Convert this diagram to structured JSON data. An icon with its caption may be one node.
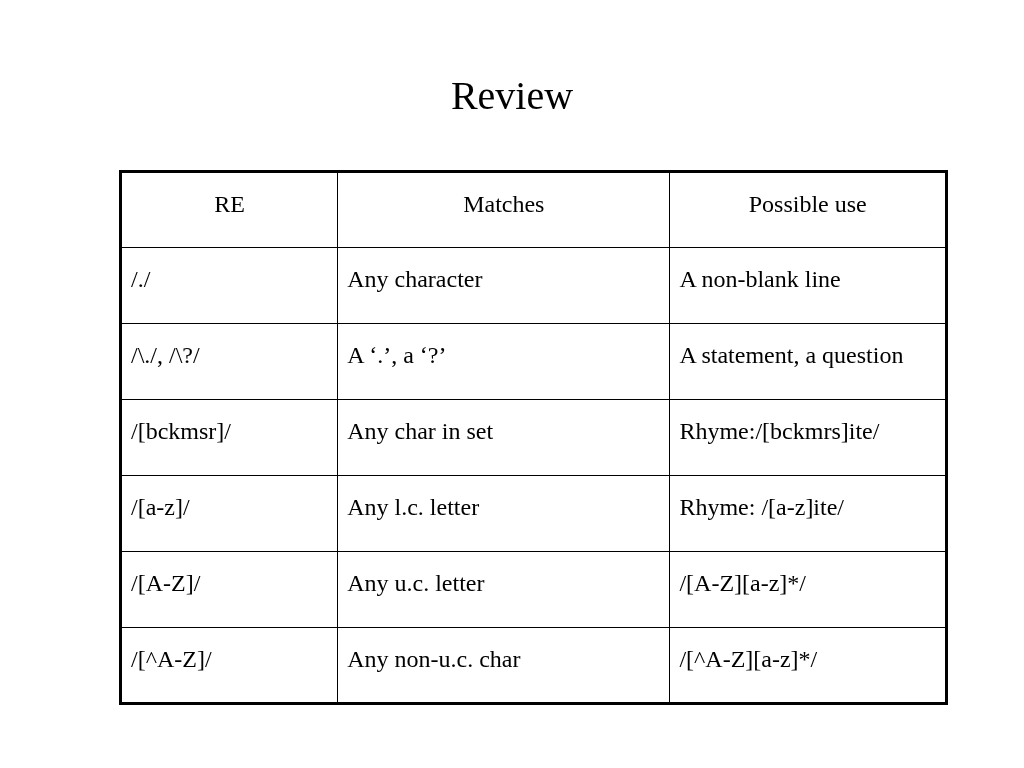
{
  "diagram": {
    "title": "Review",
    "labels": [
      "RE",
      "Matches",
      "Possible use",
      "/./",
      "Any character",
      "A non-blank line",
      "/\\./, /\\?/",
      "A ‘.’, a ‘?’",
      "A statement, a question",
      "/[bckmsr]/",
      "Any char in set",
      "Rhyme:/[bckmrs]ite/",
      "/[a-z]/",
      "Any l.c. letter",
      "Rhyme: /[a-z]ite/",
      "/[A-Z]/",
      "Any u.c. letter",
      "/[A-Z][a-z]*/",
      "/[^A-Z]/",
      "Any non-u.c. char",
      "/[^A-Z][a-z]*/"
    ]
  }
}
